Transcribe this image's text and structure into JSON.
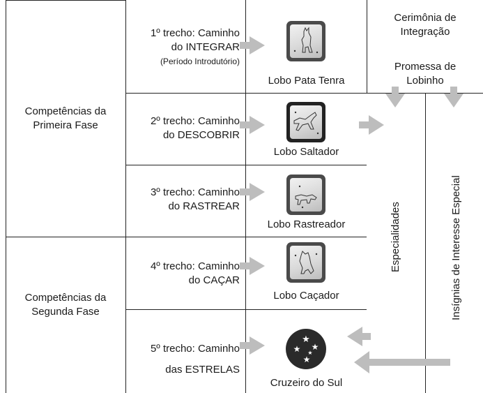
{
  "phases": [
    {
      "label_line1": "Competências da",
      "label_line2": "Primeira Fase"
    },
    {
      "label_line1": "Competências da",
      "label_line2": "Segunda Fase"
    }
  ],
  "stages": [
    {
      "line1": "1º trecho: Caminho",
      "line2": "do INTEGRAR",
      "line3": "(Período Introdutório)",
      "badge": "Lobo Pata Tenra",
      "icon": "wolf-sitting-icon"
    },
    {
      "line1": "2º trecho: Caminho",
      "line2": "do DESCOBRIR",
      "badge": "Lobo Saltador",
      "icon": "wolf-leaping-icon"
    },
    {
      "line1": "3º trecho: Caminho",
      "line2": "do RASTREAR",
      "badge": "Lobo Rastreador",
      "icon": "wolf-tracking-icon"
    },
    {
      "line1": "4º trecho: Caminho",
      "line2": "do CAÇAR",
      "badge": "Lobo Caçador",
      "icon": "wolf-howling-icon"
    },
    {
      "line1": "5º trecho: Caminho",
      "line2": "das ESTRELAS",
      "badge": "Cruzeiro do Sul",
      "icon": "southern-cross-icon"
    }
  ],
  "top": {
    "ceremony_line1": "Cerimônia de",
    "ceremony_line2": "Integração",
    "promise_line1": "Promessa de",
    "promise_line2": "Lobinho"
  },
  "columns": {
    "specialties": "Especialidades",
    "insignias": "Insígnias de Interesse Especial"
  },
  "colors": {
    "arrow": "#bdbdbd",
    "line": "#222222",
    "badge_frame": "#4a4a4a"
  }
}
